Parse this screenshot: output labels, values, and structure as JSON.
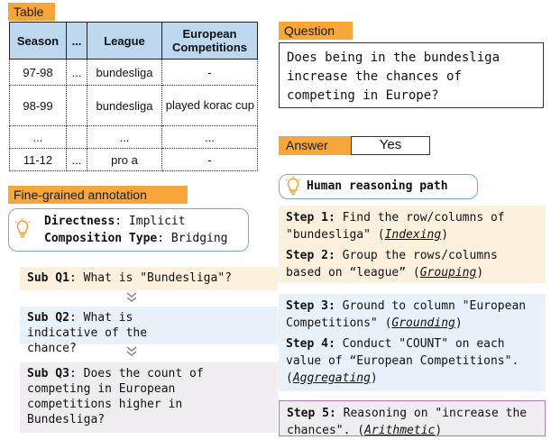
{
  "table": {
    "tag": "Table",
    "headers": [
      "Season",
      "...",
      "League",
      "European Competitions"
    ],
    "rows": [
      [
        "97-98",
        "...",
        "bundesliga",
        "-"
      ],
      [
        "98-99",
        "",
        "bundesliga",
        "played korac cup"
      ],
      [
        "...",
        "",
        "...",
        "..."
      ],
      [
        "11-12",
        "...",
        "pro a",
        "-"
      ]
    ]
  },
  "question": {
    "tag": "Question",
    "text": "Does being in the bundesliga increase the chances of competing in Europe?"
  },
  "answer": {
    "tag": "Answer",
    "value": "Yes"
  },
  "annotation": {
    "tag": "Fine-grained annotation",
    "directness_label": "Directness",
    "directness_value": ": Implicit",
    "composition_label": "Composition Type",
    "composition_value": ": Bridging",
    "sub_questions": [
      {
        "label": "Sub Q1",
        "text": ": What is \"Bundesliga\"?"
      },
      {
        "label": "Sub Q2",
        "text": ": What is indicative of the chance?"
      },
      {
        "label": "Sub Q3",
        "text": ": Does the count of competing in European competitions higher in Bundesliga?"
      }
    ]
  },
  "reasoning": {
    "title": "Human reasoning path",
    "steps": [
      {
        "label": "Step 1:",
        "text": "  Find the row/columns of \"bundesliga\" (",
        "op": "Indexing",
        "end": ")"
      },
      {
        "label": "Step 2:",
        "text": "  Group the rows/columns based on “league” (",
        "op": "Grouping",
        "end": ")"
      },
      {
        "label": "Step 3:",
        "text": " Ground to column \"European Competitions\" (",
        "op": "Grounding",
        "end": ")"
      },
      {
        "label": "Step 4:",
        "text": " Conduct \"COUNT\" on each value of “European Competitions\". (",
        "op": "Aggregating",
        "end": ")"
      },
      {
        "label": "Step 5:",
        "text": "  Reasoning on \"increase the chances\". (",
        "op": "Arithmetic",
        "end": ")"
      }
    ]
  },
  "colors": {
    "tag_orange": "#f7a63a",
    "header_blue": "#bdd7ee",
    "panel_peach": "#fdf1dd",
    "panel_blue": "#e9f1fa",
    "panel_purple": "#f1ebf2"
  },
  "icons": [
    "lightbulb-icon",
    "chevron-double-down-icon"
  ]
}
